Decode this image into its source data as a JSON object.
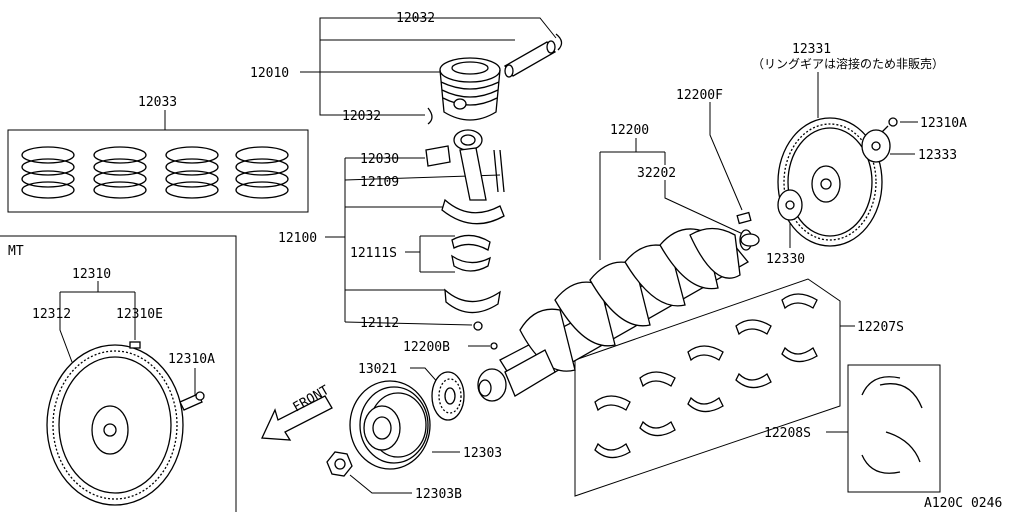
{
  "diagram": {
    "labels": {
      "p12032_top": "12032",
      "p12010": "12010",
      "p12032_bottom": "12032",
      "p12033": "12033",
      "p12030": "12030",
      "p12109": "12109",
      "p12100": "12100",
      "p12111S": "12111S",
      "p12112": "12112",
      "p12200B": "12200B",
      "p13021": "13021",
      "p12303": "12303",
      "p12303B": "12303B",
      "p12200": "12200",
      "p32202": "32202",
      "p12200F": "12200F",
      "p12331": "12331",
      "p12331_note": "（リングギアは溶接のため非販売）",
      "p12310A_right": "12310A",
      "p12333": "12333",
      "p12330": "12330",
      "p12207S": "12207S",
      "p12208S": "12208S",
      "mt": "MT",
      "p12310": "12310",
      "p12312": "12312",
      "p12310E": "12310E",
      "p12310A_left": "12310A",
      "front": "FRONT",
      "code": "A120C 0246"
    }
  }
}
